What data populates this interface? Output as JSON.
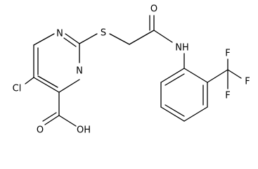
{
  "molecule": {
    "atoms": {
      "n_upper": "N",
      "n_lower": "N",
      "s": "S",
      "o_carbonyl": "O",
      "nh": "NH",
      "cl": "Cl",
      "f_top": "F",
      "f_right": "F",
      "f_bottom": "F",
      "oh": "OH",
      "o_acid": "O"
    }
  },
  "colors": {
    "ink": "#000000",
    "background": "#ffffff"
  }
}
